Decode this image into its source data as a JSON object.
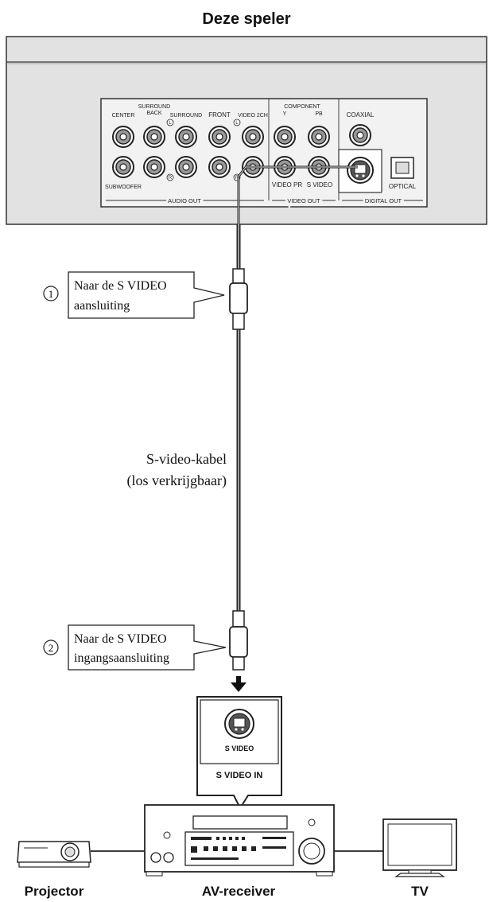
{
  "title": "Deze speler",
  "panel": {
    "labels": {
      "center": "CENTER",
      "surround_back_1": "SURROUND",
      "surround_back_2": "BACK",
      "surround": "SURROUND",
      "front": "FRONT",
      "video_2ch": "VIDEO 2CH",
      "component": "COMPONENT",
      "y": "Y",
      "pb": "PB",
      "coaxial": "COAXIAL",
      "subwoofer": "SUBWOOFER",
      "video_pr": "VIDEO PR",
      "s_video": "S VIDEO",
      "optical": "OPTICAL",
      "audio_out": "AUDIO OUT",
      "video_out": "VIDEO OUT",
      "digital_out": "DIGITAL OUT",
      "l": "L",
      "r": "R"
    }
  },
  "callout1": {
    "number": "1",
    "line1": "Naar de S VIDEO",
    "line2": "aansluiting"
  },
  "cable": {
    "line1": "S-video-kabel",
    "line2": "(los verkrijgbaar)"
  },
  "callout2": {
    "number": "2",
    "line1": "Naar de S VIDEO",
    "line2": "ingangsaansluiting"
  },
  "receiver_jack": {
    "label": "S VIDEO",
    "caption": "S VIDEO IN"
  },
  "devices": {
    "projector": "Projector",
    "receiver": "AV-receiver",
    "tv": "TV"
  }
}
